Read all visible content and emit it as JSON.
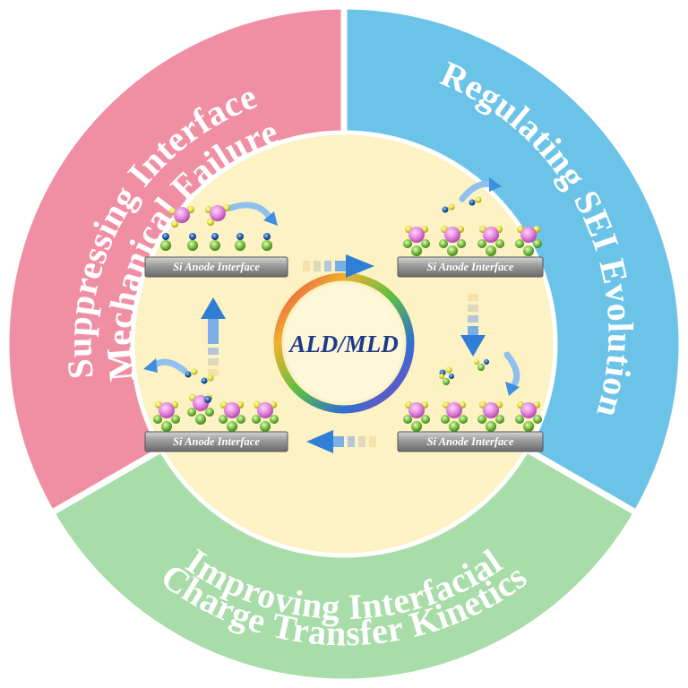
{
  "segments": {
    "mechanical": {
      "line1": "Suppressing Interface",
      "line2": "Mechanical Failure",
      "color": "#f08fa4"
    },
    "sei": {
      "line1": "Regulating SEI Evolution",
      "color": "#6cc3e8"
    },
    "kinetics": {
      "line1": "Improving Interfacial",
      "line2": "Charge Transfer Kinetics",
      "color": "#a8dca8"
    }
  },
  "center": {
    "label": "ALD/MLD",
    "fill": "#fdf2c4"
  },
  "panels": {
    "top_left": {
      "label": "Si Anode Interface"
    },
    "top_right": {
      "label": "Si Anode Interface"
    },
    "bottom_right": {
      "label": "Si Anode Interface"
    },
    "bottom_left": {
      "label": "Si Anode Interface"
    }
  },
  "colors": {
    "molecule_pink": "#e889e0",
    "molecule_green": "#7cc443",
    "molecule_blue": "#1e63b8",
    "molecule_yellow": "#e4e23a",
    "substrate": "#8a8a8a",
    "arrow_blue": "#4a90e2"
  }
}
